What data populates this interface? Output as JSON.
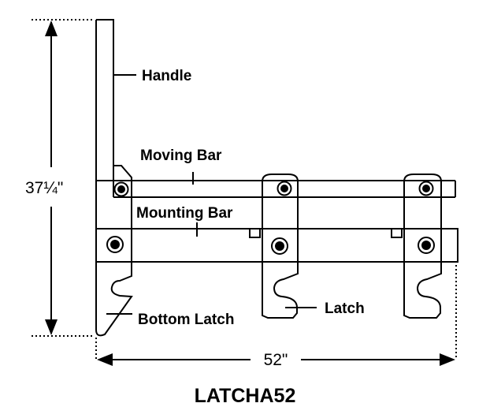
{
  "labels": {
    "handle": "Handle",
    "moving_bar": "Moving Bar",
    "mounting_bar": "Mounting Bar",
    "bottom_latch": "Bottom Latch",
    "latch": "Latch"
  },
  "dimensions": {
    "height": "37¼\"",
    "width": "52\""
  },
  "title": "LATCHA52"
}
